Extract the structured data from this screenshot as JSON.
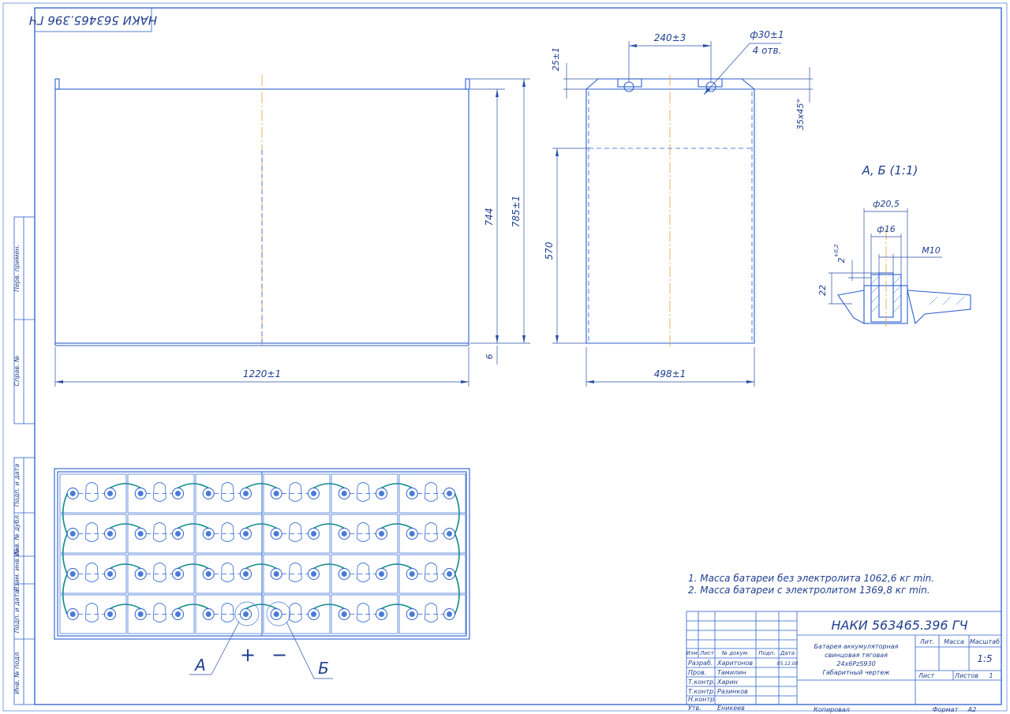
{
  "title_block": {
    "designation": "НАКИ 563465.396 ГЧ",
    "designation_mirrored": "НАКИ 563465.396 ГЧ",
    "name_lines": [
      "Батарея аккумуляторная",
      "свинцовая тяговая",
      "24х6PzS930",
      "Габаритный чертеж"
    ],
    "columns": [
      "Изм.",
      "Лист",
      "№ докум.",
      "Подп.",
      "Дата"
    ],
    "roles": [
      {
        "role": "Разраб.",
        "person": "Харитонов"
      },
      {
        "role": "Пров.",
        "person": "Тамилин"
      },
      {
        "role": "Т.контр.",
        "person": "Харин"
      },
      {
        "role": "Т.контр.",
        "person": "Разинков"
      },
      {
        "role": "Н.контр.",
        "person": ""
      },
      {
        "role": "Утв.",
        "person": "Еникеев"
      }
    ],
    "date_stamp": "05.12.08",
    "lit_label": "Лит.",
    "mass_label": "Масса",
    "scale_label": "Масштаб",
    "scale_value": "1:5",
    "sheet_label": "Лист",
    "sheets_label": "Листов",
    "sheets_value": "1",
    "copied_label": "Копировал",
    "format_label": "Формат",
    "format_value": "А2"
  },
  "side_stamps": [
    "Перв. примен.",
    "Справ. №",
    "Подп. и дата",
    "Инв. № дубл.",
    "Взам. инв. №",
    "Подп. и дата",
    "Инв. № подл."
  ],
  "dimensions": {
    "front_width": "1220±1",
    "front_height_inner": "744",
    "front_height_total": "785±1",
    "front_base": "6",
    "side_width": "498±1",
    "side_height": "570",
    "hole_spacing": "240±3",
    "hole_diameter": "ф30±1",
    "hole_count": "4 отв.",
    "top_offset": "25±1",
    "chamfer": "35х45°"
  },
  "detail": {
    "title": "А, Б (1:1)",
    "d1": "ф20,5",
    "d2": "ф16",
    "thread": "М10",
    "depth": "2",
    "depth_tol": "+0,2",
    "height": "22"
  },
  "notes": [
    "1. Масса батареи без электролита 1062,6 кг min.",
    "2. Масса батареи с электролитом 1369,8 кг min."
  ],
  "callouts": {
    "a": "А",
    "b": "Б",
    "plus": "+",
    "minus": "−"
  },
  "layout_grid": {
    "cell_columns": 12,
    "cell_rows": 4
  }
}
